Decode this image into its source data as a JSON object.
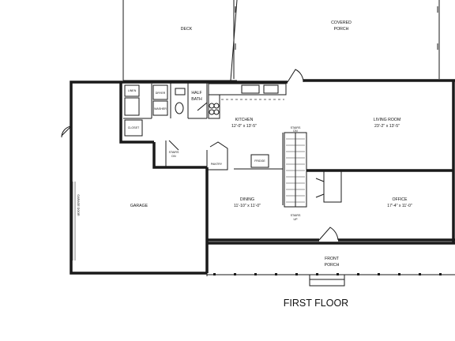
{
  "plan": {
    "title": "FIRST FLOOR",
    "rooms": {
      "deck": {
        "name": "DECK"
      },
      "covered_porch": {
        "line1": "COVERED",
        "line2": "PORCH"
      },
      "half_bath": {
        "line1": "HALF",
        "line2": "BATH"
      },
      "kitchen": {
        "name": "KITCHEN",
        "size": "12'-0\" x 13'-5\""
      },
      "living_room": {
        "name": "LIVING ROOM",
        "size": "23'-2\" x 13'-5\""
      },
      "garage": {
        "name": "GARAGE"
      },
      "dining": {
        "name": "DINING",
        "size": "11'-10\" x 11'-0\""
      },
      "office": {
        "name": "OFFICE",
        "size": "17'-4\" x 11'-0\""
      },
      "front_porch": {
        "line1": "FRONT",
        "line2": "PORCH"
      }
    },
    "fixtures": {
      "dryer": "DRYER",
      "washer": "WASHER",
      "closet": "CLOSET",
      "pantry": "PANTRY",
      "fridge": "FRIDGE",
      "linen": "LINEN",
      "garage_door": "GARAGE DOOR",
      "stairs_dn_top": {
        "line1": "STAIRS",
        "line2": "DN"
      },
      "stairs_up": {
        "line1": "STAIRS",
        "line2": "UP"
      },
      "stairs_dn_side": {
        "line1": "STAIRS",
        "line2": "DN"
      }
    }
  }
}
